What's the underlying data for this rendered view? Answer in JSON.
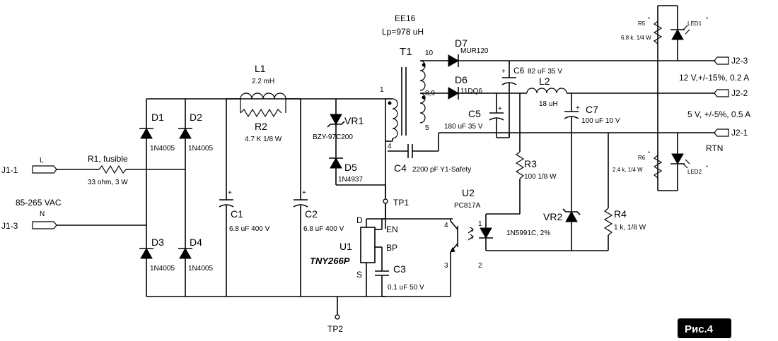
{
  "connectors": {
    "j1_1": "J1-1",
    "j1_3": "J1-3",
    "j2_3": "J2-3",
    "j2_2": "J2-2",
    "j2_1": "J2-1",
    "L": "L",
    "N": "N"
  },
  "input": {
    "voltage": "85-265 VAC"
  },
  "outputs": {
    "out12": "12 V,+/-15%, 0.2 A",
    "out5": "5 V, +/-5%, 0.5 A",
    "rtn": "RTN"
  },
  "components": {
    "r1": {
      "ref": "R1, fusible",
      "value": "33 ohm, 3 W"
    },
    "d1": {
      "ref": "D1",
      "value": "1N4005"
    },
    "d2": {
      "ref": "D2",
      "value": "1N4005"
    },
    "d3": {
      "ref": "D3",
      "value": "1N4005"
    },
    "d4": {
      "ref": "D4",
      "value": "1N4005"
    },
    "c1": {
      "ref": "C1",
      "value": "6.8 uF 400 V"
    },
    "c2": {
      "ref": "C2",
      "value": "6.8 uF 400 V"
    },
    "l1": {
      "ref": "L1",
      "value": "2.2 mH"
    },
    "r2": {
      "ref": "R2",
      "value": "4.7 K 1/8 W"
    },
    "vr1": {
      "ref": "VR1",
      "value": "BZY-97C200"
    },
    "d5": {
      "ref": "D5",
      "value": "1N4937"
    },
    "t1": {
      "ref": "T1",
      "core": "EE16",
      "lp": "Lp=978 uH"
    },
    "c4": {
      "ref": "C4",
      "value": "2200 pF Y1-Safety"
    },
    "d7": {
      "ref": "D7",
      "value": "MUR120"
    },
    "d6": {
      "ref": "D6",
      "value": "11DQ6"
    },
    "c6": {
      "ref": "C6",
      "value": "82 uF 35 V"
    },
    "c5": {
      "ref": "C5",
      "value": "180 uF 35 V"
    },
    "l2": {
      "ref": "L2",
      "value": "18 uH"
    },
    "c7": {
      "ref": "C7",
      "value": "100 uF 10 V"
    },
    "r3": {
      "ref": "R3",
      "value": "100  1/8 W"
    },
    "u2": {
      "ref": "U2",
      "value": "PC817A"
    },
    "vr2": {
      "ref": "VR2",
      "value": "1N5991C, 2%"
    },
    "r4": {
      "ref": "R4",
      "value": "1 k, 1/8 W"
    },
    "u1": {
      "ref": "U1",
      "value": "TNY266P"
    },
    "c3": {
      "ref": "C3",
      "value": "0.1 uF 50 V"
    },
    "r5": {
      "ref": "R5",
      "value": "6.8 k, 1/4 W"
    },
    "r6": {
      "ref": "R6",
      "value": "2.4 k, 1/4 W"
    },
    "led1": {
      "ref": "LED1"
    },
    "led2": {
      "ref": "LED2"
    }
  },
  "pins": {
    "t1_1": "1",
    "t1_4": "4",
    "t1_5": "5",
    "t1_10": "10",
    "t1_89": "8,9",
    "u1_d": "D",
    "u1_s": "S",
    "u1_en": "EN",
    "u1_bp": "BP",
    "u2_1": "1",
    "u2_2": "2",
    "u2_3": "3",
    "u2_4": "4"
  },
  "testpoints": {
    "tp1": "TP1",
    "tp2": "TP2"
  },
  "marks": {
    "plus": "+",
    "star": "*"
  },
  "figure_label": "Рис.4"
}
